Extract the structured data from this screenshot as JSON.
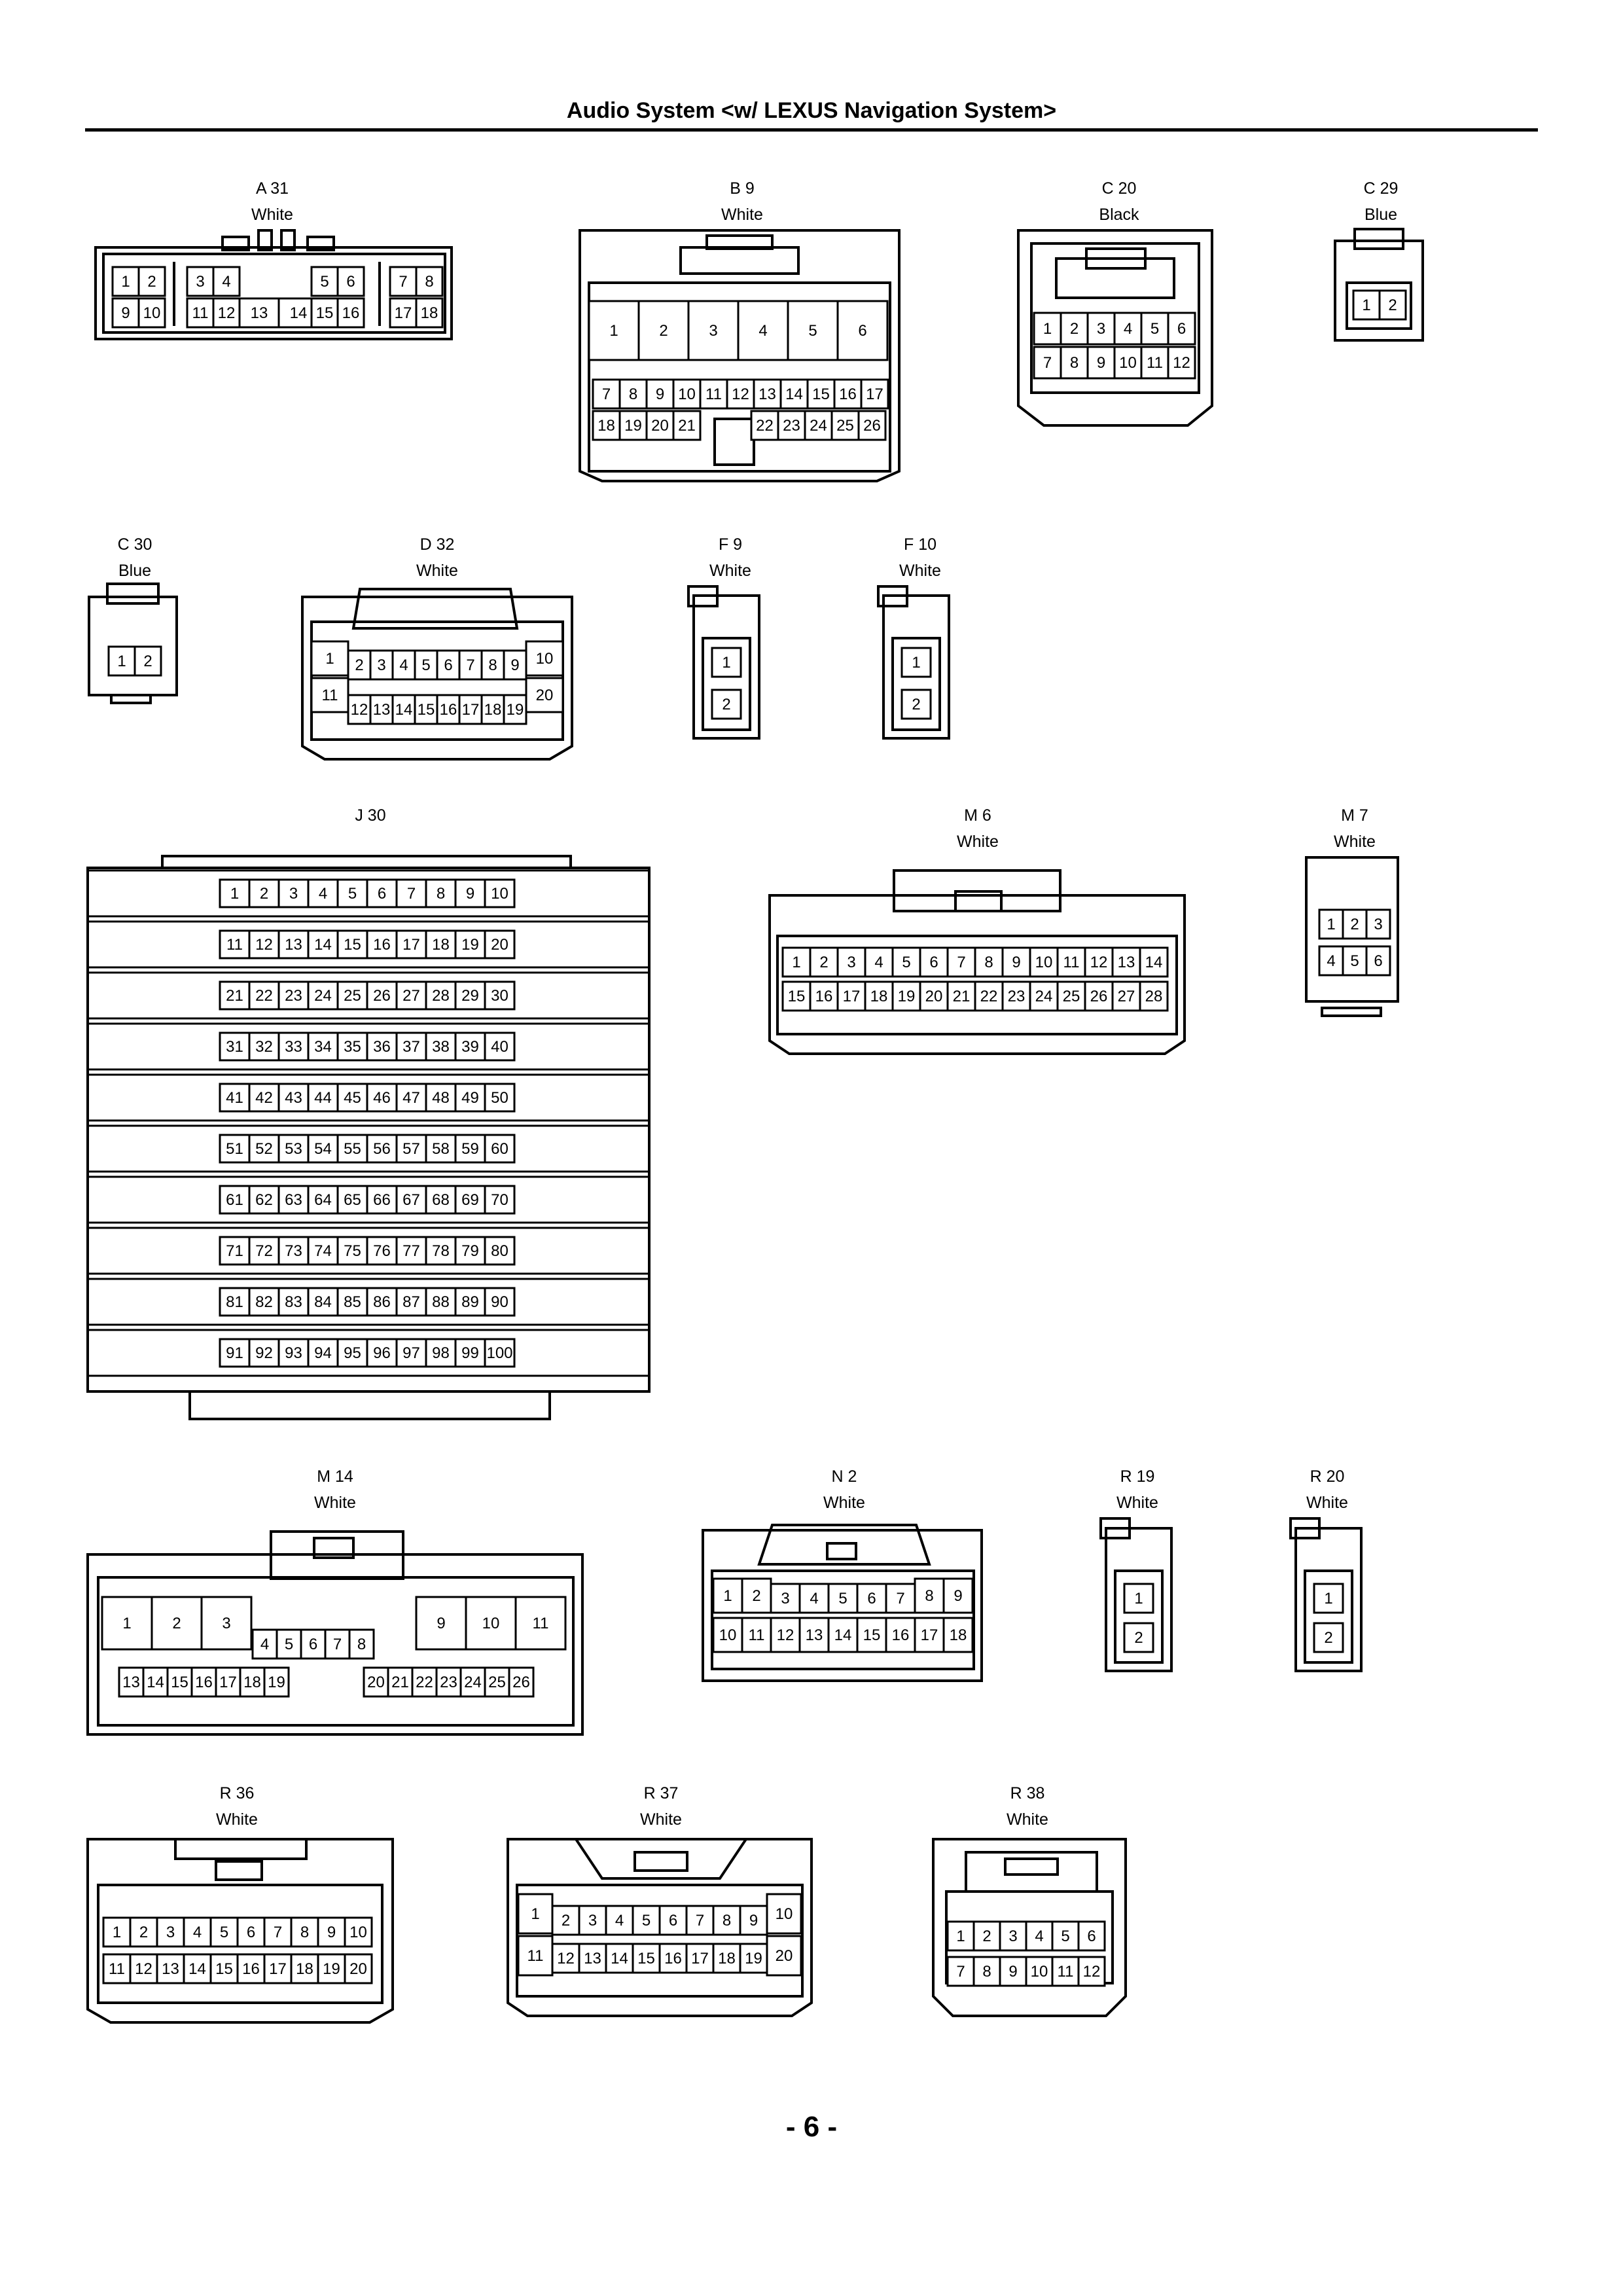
{
  "page": {
    "title": "Audio System <w/ LEXUS Navigation System>",
    "page_number": "- 6 -"
  },
  "connectors": [
    {
      "id": "A 31",
      "color": "White",
      "pins": [
        "1",
        "2",
        "3",
        "4",
        "5",
        "6",
        "7",
        "8",
        "9",
        "10",
        "11",
        "12",
        "13",
        "14",
        "15",
        "16",
        "17",
        "18"
      ]
    },
    {
      "id": "B 9",
      "color": "White",
      "pins": [
        "1",
        "2",
        "3",
        "4",
        "5",
        "6",
        "7",
        "8",
        "9",
        "10",
        "11",
        "12",
        "13",
        "14",
        "15",
        "16",
        "17",
        "18",
        "19",
        "20",
        "21",
        "22",
        "23",
        "24",
        "25",
        "26"
      ]
    },
    {
      "id": "C 20",
      "color": "Black",
      "pins": [
        "1",
        "2",
        "3",
        "4",
        "5",
        "6",
        "7",
        "8",
        "9",
        "10",
        "11",
        "12"
      ]
    },
    {
      "id": "C 29",
      "color": "Blue",
      "pins": [
        "1",
        "2"
      ]
    },
    {
      "id": "C 30",
      "color": "Blue",
      "pins": [
        "1",
        "2"
      ]
    },
    {
      "id": "D 32",
      "color": "White",
      "pins": [
        "1",
        "2",
        "3",
        "4",
        "5",
        "6",
        "7",
        "8",
        "9",
        "10",
        "11",
        "12",
        "13",
        "14",
        "15",
        "16",
        "17",
        "18",
        "19",
        "20"
      ]
    },
    {
      "id": "F 9",
      "color": "White",
      "pins": [
        "1",
        "2"
      ]
    },
    {
      "id": "F 10",
      "color": "White",
      "pins": [
        "1",
        "2"
      ]
    },
    {
      "id": "J 30",
      "color": "",
      "pins": [
        "1",
        "2",
        "3",
        "4",
        "5",
        "6",
        "7",
        "8",
        "9",
        "10",
        "11",
        "12",
        "13",
        "14",
        "15",
        "16",
        "17",
        "18",
        "19",
        "20",
        "21",
        "22",
        "23",
        "24",
        "25",
        "26",
        "27",
        "28",
        "29",
        "30",
        "31",
        "32",
        "33",
        "34",
        "35",
        "36",
        "37",
        "38",
        "39",
        "40",
        "41",
        "42",
        "43",
        "44",
        "45",
        "46",
        "47",
        "48",
        "49",
        "50",
        "51",
        "52",
        "53",
        "54",
        "55",
        "56",
        "57",
        "58",
        "59",
        "60",
        "61",
        "62",
        "63",
        "64",
        "65",
        "66",
        "67",
        "68",
        "69",
        "70",
        "71",
        "72",
        "73",
        "74",
        "75",
        "76",
        "77",
        "78",
        "79",
        "80",
        "81",
        "82",
        "83",
        "84",
        "85",
        "86",
        "87",
        "88",
        "89",
        "90",
        "91",
        "92",
        "93",
        "94",
        "95",
        "96",
        "97",
        "98",
        "99",
        "100"
      ]
    },
    {
      "id": "M 6",
      "color": "White",
      "pins": [
        "1",
        "2",
        "3",
        "4",
        "5",
        "6",
        "7",
        "8",
        "9",
        "10",
        "11",
        "12",
        "13",
        "14",
        "15",
        "16",
        "17",
        "18",
        "19",
        "20",
        "21",
        "22",
        "23",
        "24",
        "25",
        "26",
        "27",
        "28"
      ]
    },
    {
      "id": "M 7",
      "color": "White",
      "pins": [
        "1",
        "2",
        "3",
        "4",
        "5",
        "6"
      ]
    },
    {
      "id": "M 14",
      "color": "White",
      "pins": [
        "1",
        "2",
        "3",
        "4",
        "5",
        "6",
        "7",
        "8",
        "9",
        "10",
        "11",
        "12",
        "13",
        "14",
        "15",
        "16",
        "17",
        "18",
        "19",
        "20",
        "21",
        "22",
        "23",
        "24",
        "25",
        "26"
      ]
    },
    {
      "id": "N 2",
      "color": "White",
      "pins": [
        "1",
        "2",
        "3",
        "4",
        "5",
        "6",
        "7",
        "8",
        "9",
        "10",
        "11",
        "12",
        "13",
        "14",
        "15",
        "16",
        "17",
        "18"
      ]
    },
    {
      "id": "R 19",
      "color": "White",
      "pins": [
        "1",
        "2"
      ]
    },
    {
      "id": "R 20",
      "color": "White",
      "pins": [
        "1",
        "2"
      ]
    },
    {
      "id": "R 36",
      "color": "White",
      "pins": [
        "1",
        "2",
        "3",
        "4",
        "5",
        "6",
        "7",
        "8",
        "9",
        "10",
        "11",
        "12",
        "13",
        "14",
        "15",
        "16",
        "17",
        "18",
        "19",
        "20"
      ]
    },
    {
      "id": "R 37",
      "color": "White",
      "pins": [
        "1",
        "2",
        "3",
        "4",
        "5",
        "6",
        "7",
        "8",
        "9",
        "10",
        "11",
        "12",
        "13",
        "14",
        "15",
        "16",
        "17",
        "18",
        "19",
        "20"
      ]
    },
    {
      "id": "R 38",
      "color": "White",
      "pins": [
        "1",
        "2",
        "3",
        "4",
        "5",
        "6",
        "7",
        "8",
        "9",
        "10",
        "11",
        "12"
      ]
    }
  ]
}
